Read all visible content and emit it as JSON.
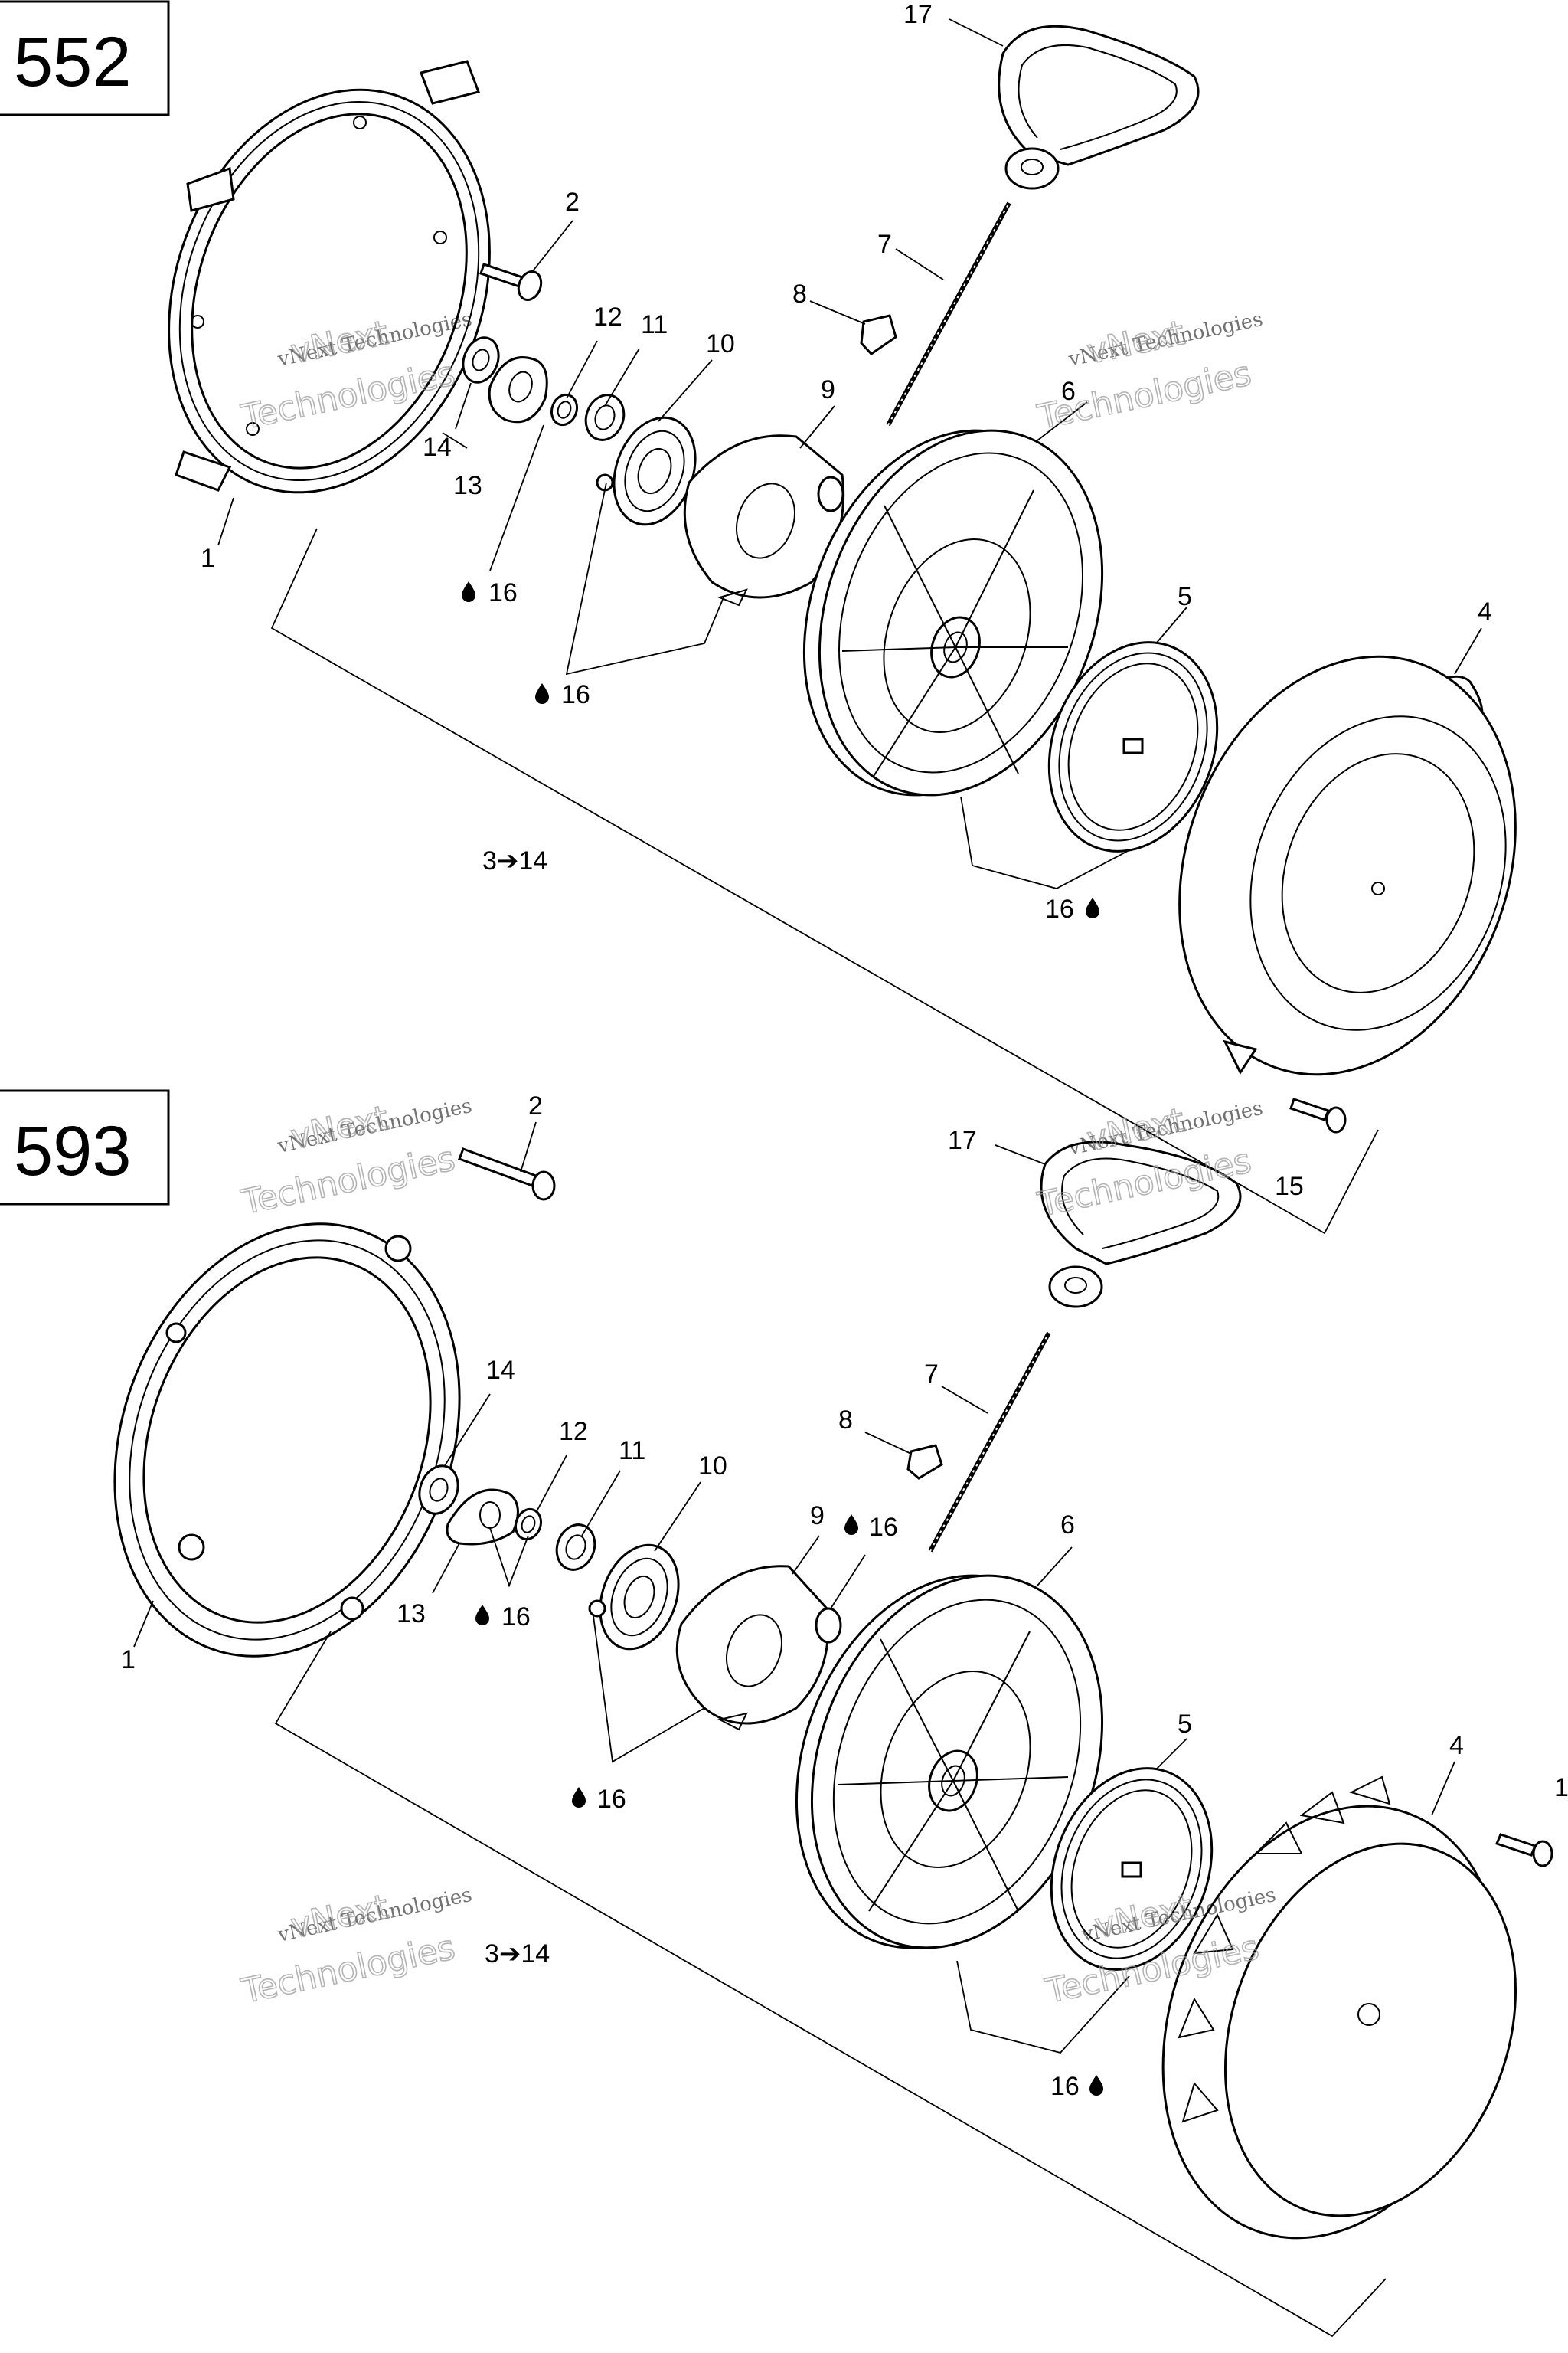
{
  "models": {
    "top": "552",
    "bottom": "593"
  },
  "watermark": {
    "line1": "vNext Technologies",
    "line2_a": "vNext",
    "line2_b": "Technologies"
  },
  "labels_top": {
    "p1": "1",
    "p2": "2",
    "p4": "4",
    "p5": "5",
    "p6": "6",
    "p7": "7",
    "p8": "8",
    "p9": "9",
    "p10": "10",
    "p11": "11",
    "p12": "12",
    "p13": "13",
    "p14": "14",
    "p15": "15",
    "p17": "17",
    "lube_a": "16",
    "lube_b": "16",
    "lube_c": "16",
    "range": "3➔14"
  },
  "labels_bottom": {
    "p1": "1",
    "p2": "2",
    "p4": "4",
    "p5": "5",
    "p6": "6",
    "p7": "7",
    "p8": "8",
    "p9": "9",
    "p10": "10",
    "p11": "11",
    "p12": "12",
    "p13": "13",
    "p14": "14",
    "p15": "1",
    "p17": "17",
    "lube_a": "16",
    "lube_b": "16",
    "lube_c": "16",
    "lube_d": "16",
    "range": "3➔14"
  },
  "icons": {
    "lubricant": "oil-drop-icon"
  }
}
